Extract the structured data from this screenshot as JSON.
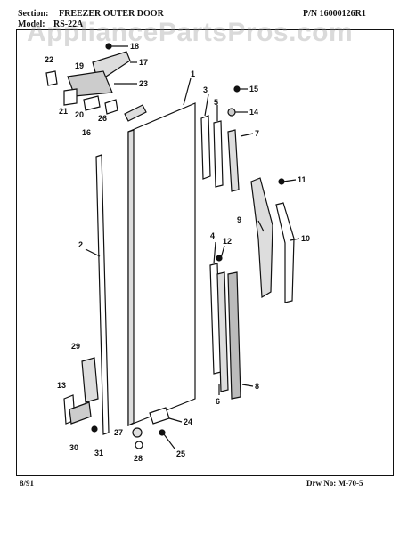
{
  "header": {
    "section_label": "Section:",
    "section_title": "FREEZER OUTER DOOR",
    "part_number": "P/N 16000126R1",
    "model_label": "Model:",
    "model_value": "RS-22A"
  },
  "watermark": "AppliancePartsPros.com",
  "footer": {
    "date": "8/91",
    "drawing_number": "Drw No: M-70-5"
  },
  "callouts": [
    "1",
    "2",
    "3",
    "4",
    "5",
    "6",
    "7",
    "8",
    "9",
    "10",
    "11",
    "12",
    "13",
    "14",
    "15",
    "16",
    "17",
    "18",
    "19",
    "20",
    "21",
    "22",
    "23",
    "24",
    "25",
    "26",
    "27",
    "28",
    "29",
    "30",
    "31"
  ],
  "colors": {
    "line": "#111111",
    "watermark": "#969696"
  }
}
